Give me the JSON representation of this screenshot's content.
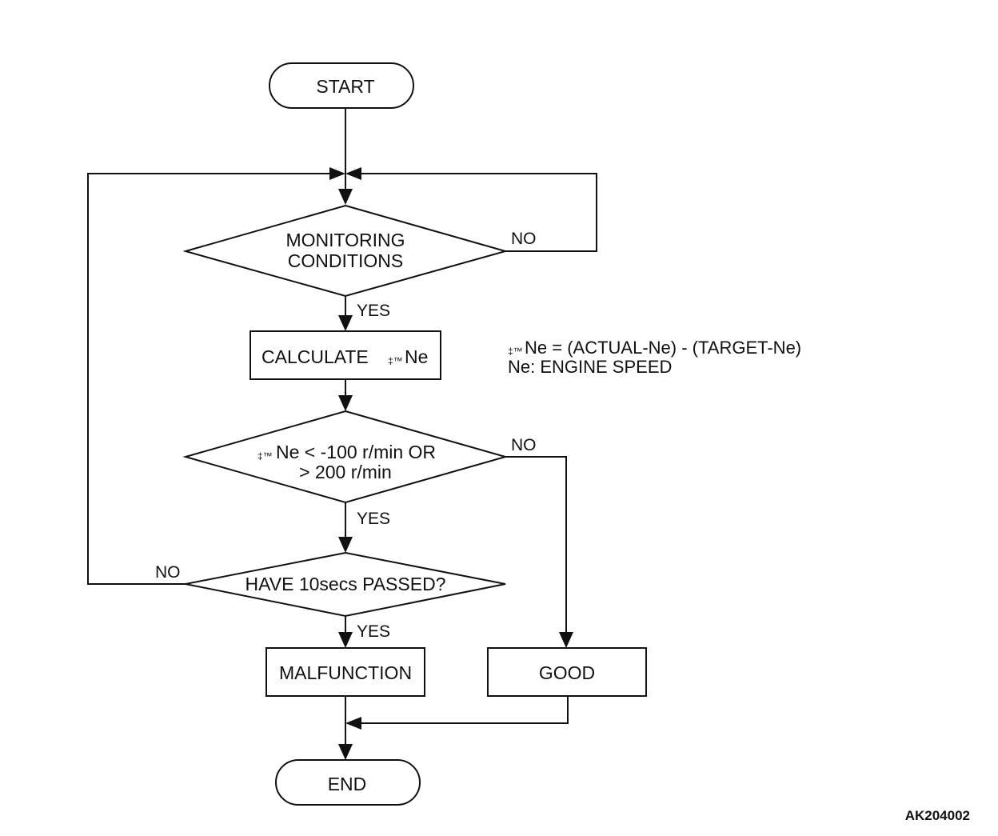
{
  "nodes": {
    "start": "START",
    "monitoring_line1": "MONITORING",
    "monitoring_line2": "CONDITIONS",
    "calculate": "CALCULATE",
    "calculate_var": "Ne",
    "condition_line1": "Ne < -100 r/min OR",
    "condition_line2": "> 200 r/min",
    "time_check": "HAVE 10secs PASSED?",
    "malfunction": "MALFUNCTION",
    "good": "GOOD",
    "end": "END"
  },
  "edges": {
    "monitoring_no": "NO",
    "monitoring_yes": "YES",
    "condition_no": "NO",
    "condition_yes": "YES",
    "time_no": "NO",
    "time_yes": "YES"
  },
  "note": {
    "line1": "Ne = (ACTUAL-Ne) - (TARGET-Ne)",
    "line2": "Ne: ENGINE SPEED"
  },
  "delta_glyph": "‡™",
  "figure_id": "AK204002",
  "colors": {
    "stroke": "#111111",
    "background": "#ffffff"
  }
}
